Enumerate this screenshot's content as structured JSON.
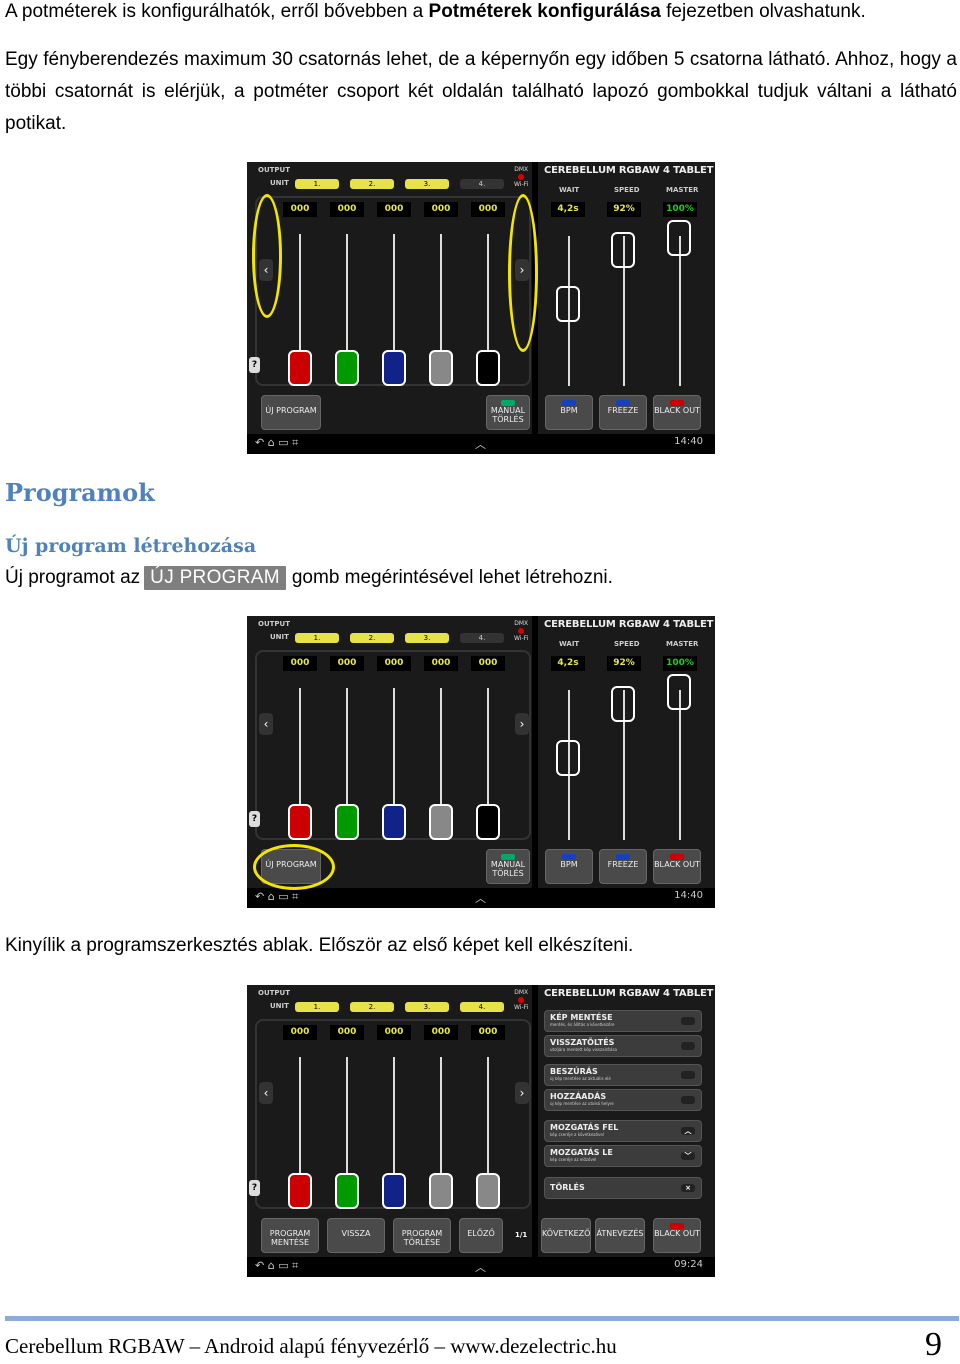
{
  "text": {
    "p1_a": "A potméterek is konfigurálhatók, erről bővebben a ",
    "p1_bold": "Potméterek konfigurálása",
    "p1_b": " fejezetben olvashatunk.",
    "p2": "Egy fényberendezés maximum 30 csatornás lehet, de a képernyőn egy időben 5 csatorna látható. Ahhoz, hogy a többi csatornát is elérjük, a potméter csoport két oldalán található lapozó gombokkal tudjuk váltani a látható potikat.",
    "h_programok": "Programok",
    "h_uj": "Új program létrehozása",
    "p3_a": "Új programot az",
    "p3_btn": "ÚJ PROGRAM",
    "p3_b": "gomb megérintésével lehet létrehozni.",
    "p4": "Kinyílik a programszerkesztés ablak. Először az első képet kell elkészíteni.",
    "footer": "Cerebellum RGBAW – Android alapú fényvezérlő – www.dezelectric.hu",
    "page": "9"
  },
  "app": {
    "output": "OUTPUT",
    "unit": "UNIT",
    "units": [
      "1.",
      "2.",
      "3.",
      "4."
    ],
    "dmx": "DMX",
    "wifi": "Wi-Fi",
    "brand": "CEREBELLUM RGBAW 4 TABLET",
    "channel_values": [
      "000",
      "000",
      "000",
      "000",
      "000"
    ],
    "wait_label": "WAIT",
    "speed_label": "SPEED",
    "master_label": "MASTER",
    "wait": "4,2s",
    "speed": "92%",
    "master": "100%",
    "uj_program": "ÚJ PROGRAM",
    "manual": "MANUAL TÖRLÉS",
    "bpm": "BPM",
    "freeze": "FREEZE",
    "black": "BLACK OUT",
    "time1": "14:40",
    "time3": "09:24",
    "menu": [
      {
        "t": "KÉP MENTÉSE",
        "s": "mentés, és állítás a következőre"
      },
      {
        "t": "VISSZATÖLTÉS",
        "s": "utoljára mentett kép visszaírítása"
      },
      {
        "t": "BESZÚRÁS",
        "s": "új kép mentése az aktuális elé"
      },
      {
        "t": "HOZZÁADÁS",
        "s": "új kép mentése az utolsó helyre"
      },
      {
        "t": "MOZGATÁS FEL",
        "s": "kép cseréje a következővel"
      },
      {
        "t": "MOZGATÁS LE",
        "s": "kép cseréje az előzővel"
      },
      {
        "t": "TÖRLÉS",
        "s": ""
      }
    ],
    "bottom3": [
      "PROGRAM MENTÉSE",
      "VISSZA",
      "PROGRAM TÖRLÉSE",
      "ELŐZŐ",
      "1/1",
      "KÖVETKEZŐ",
      "ÁTNEVEZÉS",
      "BLACK OUT"
    ]
  },
  "colors": {
    "accent": "#4f81bd",
    "slot": "#e8e24a",
    "ring": "#f2e600"
  }
}
